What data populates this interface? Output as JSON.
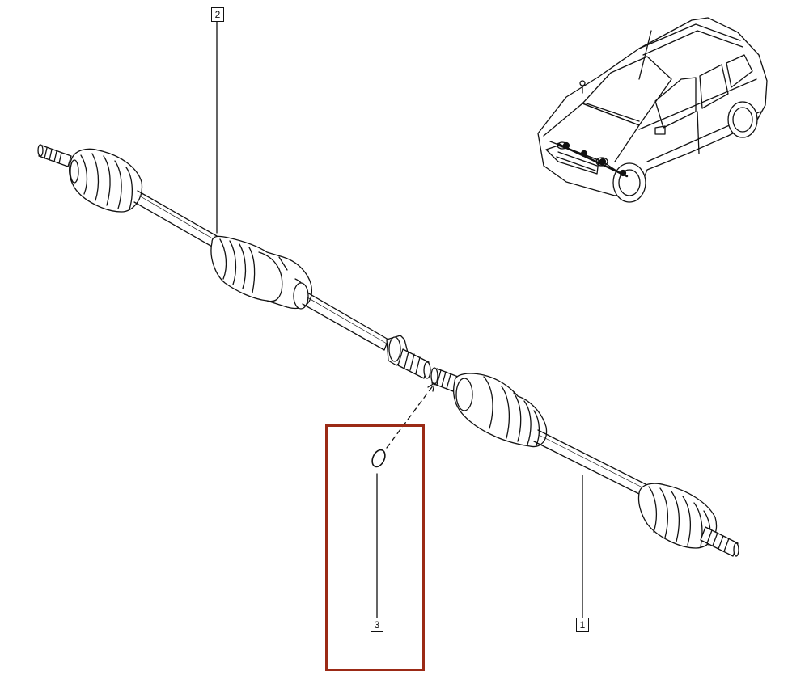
{
  "callouts": [
    {
      "label": "1"
    },
    {
      "label": "2"
    },
    {
      "label": "3"
    }
  ],
  "highlight_color": "#9b2a16",
  "line_color": "#111111"
}
